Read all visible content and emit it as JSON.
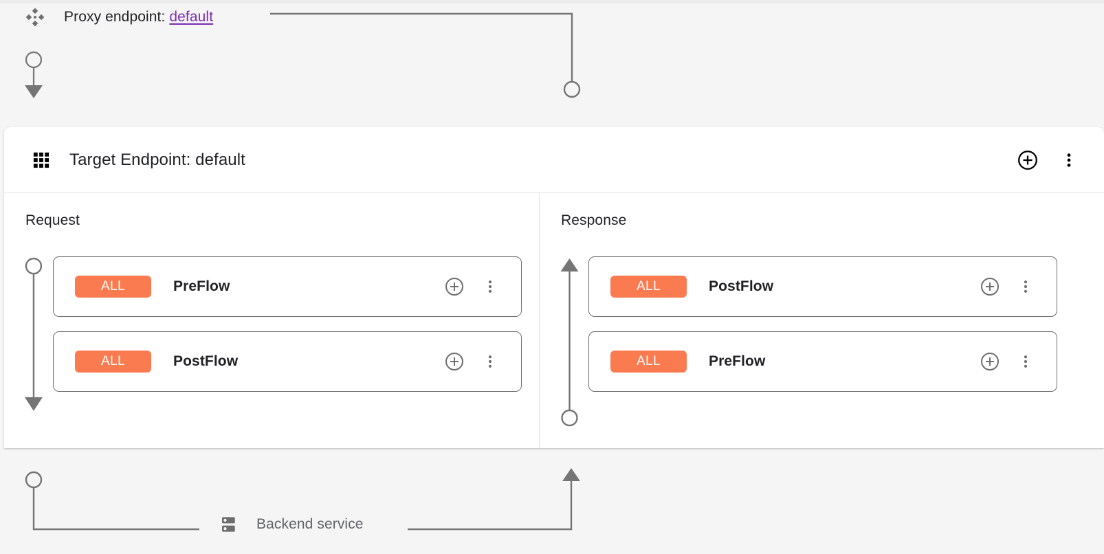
{
  "colors": {
    "badge_orange": "#fb7b50",
    "link_purple": "#7b2ab8",
    "wire_gray": "#757575",
    "panel_bg": "#ffffff",
    "page_bg": "#f5f5f5",
    "text_primary": "#202124",
    "text_muted": "#5f6368"
  },
  "proxy": {
    "icon": "device-hub-diamond-icon",
    "label_prefix": "Proxy endpoint:",
    "endpoint_name": "default"
  },
  "panel": {
    "icon": "apps-grid-icon",
    "title": "Target Endpoint: default",
    "actions": [
      {
        "name": "add-circle-icon",
        "label": "Add"
      },
      {
        "name": "more-vert-icon",
        "label": "More options"
      }
    ]
  },
  "columns": [
    {
      "key": "request",
      "title": "Request",
      "direction": "down",
      "cards": [
        {
          "badge": "ALL",
          "name": "PreFlow",
          "add_icon": "add-circle-icon",
          "menu_icon": "more-vert-icon"
        },
        {
          "badge": "ALL",
          "name": "PostFlow",
          "add_icon": "add-circle-icon",
          "menu_icon": "more-vert-icon"
        }
      ]
    },
    {
      "key": "response",
      "title": "Response",
      "direction": "up",
      "cards": [
        {
          "badge": "ALL",
          "name": "PostFlow",
          "add_icon": "add-circle-icon",
          "menu_icon": "more-vert-icon"
        },
        {
          "badge": "ALL",
          "name": "PreFlow",
          "add_icon": "add-circle-icon",
          "menu_icon": "more-vert-icon"
        }
      ]
    }
  ],
  "backend": {
    "icon": "server-storage-icon",
    "label": "Backend service"
  }
}
